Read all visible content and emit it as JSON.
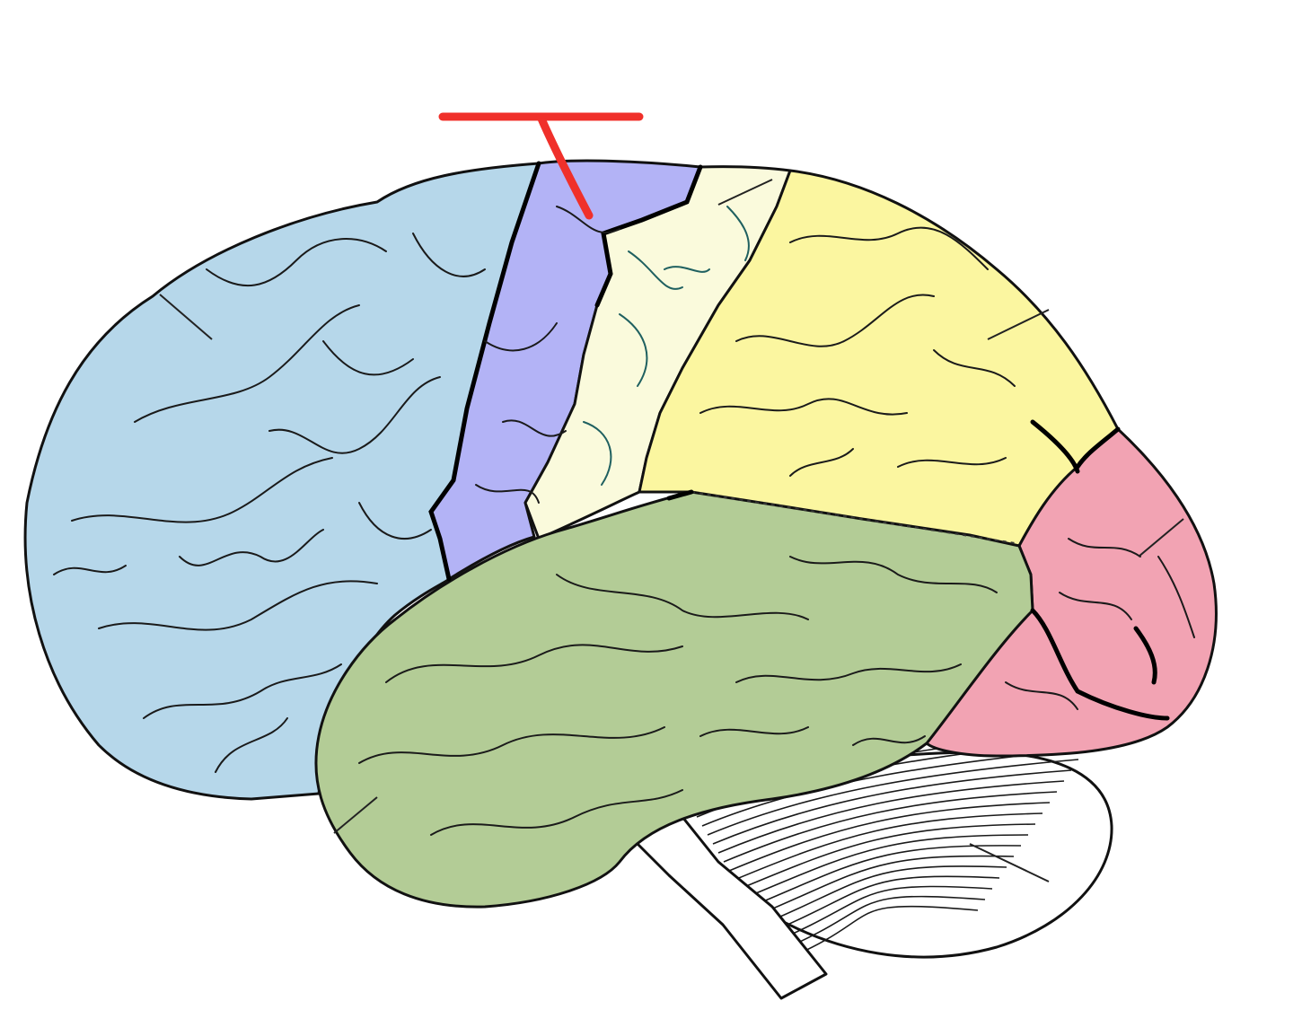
{
  "diagram": {
    "subject": "brain-lateral-view",
    "regions": [
      {
        "id": "frontal-lobe",
        "color": "#b6d7ea"
      },
      {
        "id": "motor-cortex",
        "color": "#b3b3f6"
      },
      {
        "id": "sensory-cortex",
        "color": "#fafadc"
      },
      {
        "id": "parietal-lobe",
        "color": "#fbf6a0"
      },
      {
        "id": "occipital-lobe",
        "color": "#f2a3b3"
      },
      {
        "id": "temporal-lobe",
        "color": "#b3cc96"
      },
      {
        "id": "cerebellum",
        "color": "#ffffff"
      }
    ],
    "marker": {
      "color": "#f0302a",
      "target": "motor-cortex"
    }
  }
}
